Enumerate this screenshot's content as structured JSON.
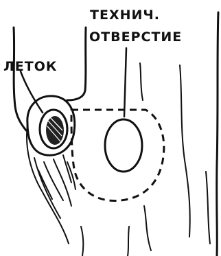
{
  "labels": {
    "letok": "ЛЕТОК",
    "technical_line1": "ТЕХНИЧ.",
    "technical_line2": "ОТВЕРСТИЕ"
  },
  "colors": {
    "ink": "#111111",
    "background": "#ffffff"
  }
}
